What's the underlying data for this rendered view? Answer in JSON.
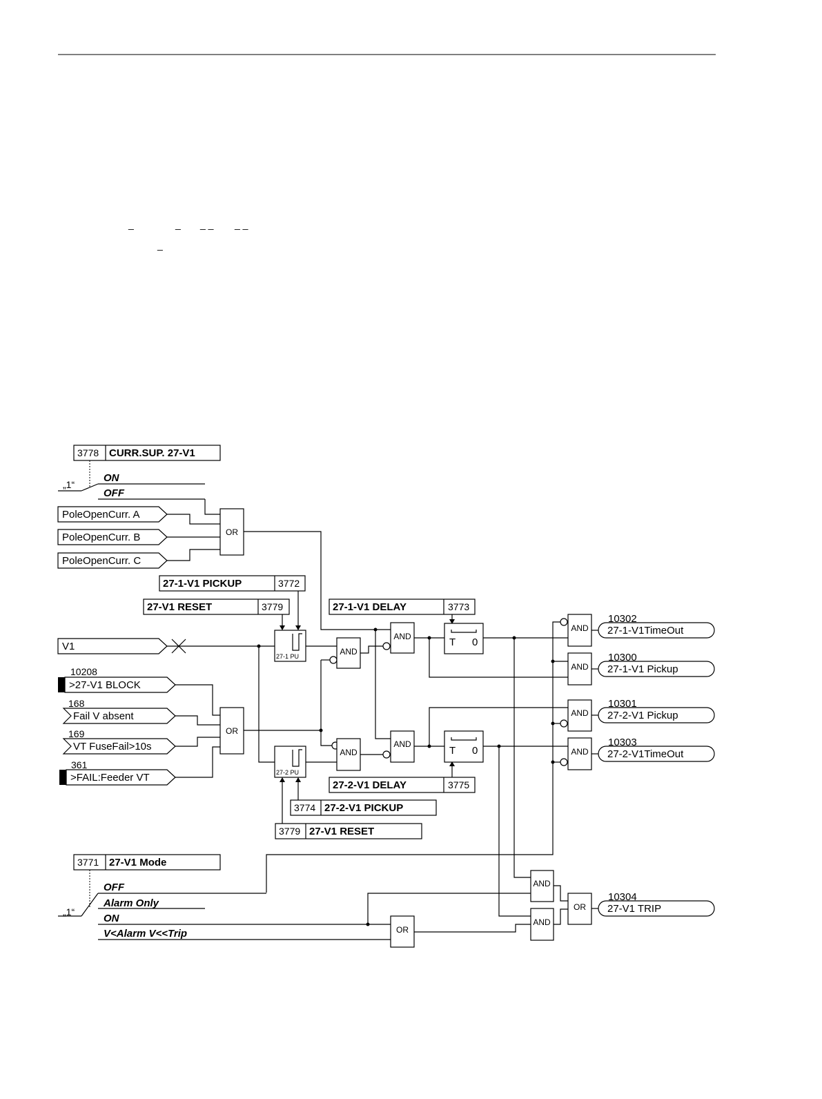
{
  "settings": {
    "curr_sup": {
      "addr": "3778",
      "name": "CURR.SUP. 27-V1",
      "opt_on": "ON",
      "opt_off": "OFF",
      "const": "„1“"
    },
    "pickup_1": {
      "name": "27-1-V1 PICKUP",
      "addr": "3772"
    },
    "reset_1": {
      "name": "27-V1 RESET",
      "addr": "3779"
    },
    "delay_1": {
      "name": "27-1-V1 DELAY",
      "addr": "3773"
    },
    "delay_2": {
      "name": "27-2-V1 DELAY",
      "addr": "3775"
    },
    "pickup_2": {
      "addr": "3774",
      "name": "27-2-V1 PICKUP"
    },
    "reset_2": {
      "addr": "3779",
      "name": "27-V1 RESET"
    },
    "mode": {
      "addr": "3771",
      "name": "27-V1 Mode",
      "const": "„1“",
      "opt_off": "OFF",
      "opt_alarm": "Alarm Only",
      "opt_on": "ON",
      "opt_both": "V<Alarm V<<Trip"
    }
  },
  "inputs": {
    "pole_a": "PoleOpenCurr. A",
    "pole_b": "PoleOpenCurr. B",
    "pole_c": "PoleOpenCurr. C",
    "v1": "V1",
    "block": {
      "num": "10208",
      "label": ">27-V1 BLOCK"
    },
    "fail_v": {
      "num": "168",
      "label": "Fail V absent"
    },
    "vt_fuse": {
      "num": "169",
      "label": "VT FuseFail>10s"
    },
    "fail_feeder": {
      "num": "361",
      "label": ">FAIL:Feeder VT"
    }
  },
  "gates": {
    "or": "OR",
    "and": "AND",
    "pu1": "27-1 PU",
    "pu2": "27-2 PU",
    "timer_t": "T",
    "timer_0": "0"
  },
  "outputs": {
    "o1": {
      "num": "10302",
      "label": "27-1-V1TimeOut"
    },
    "o2": {
      "num": "10300",
      "label": "27-1-V1 Pickup"
    },
    "o3": {
      "num": "10301",
      "label": "27-2-V1 Pickup"
    },
    "o4": {
      "num": "10303",
      "label": "27-2-V1TimeOut"
    },
    "o5": {
      "num": "10304",
      "label": "27-V1 TRIP"
    }
  },
  "fragments": {
    "f1": "_",
    "f2": "_",
    "f3": "_ _",
    "f4": "_ _",
    "f5": "_"
  }
}
